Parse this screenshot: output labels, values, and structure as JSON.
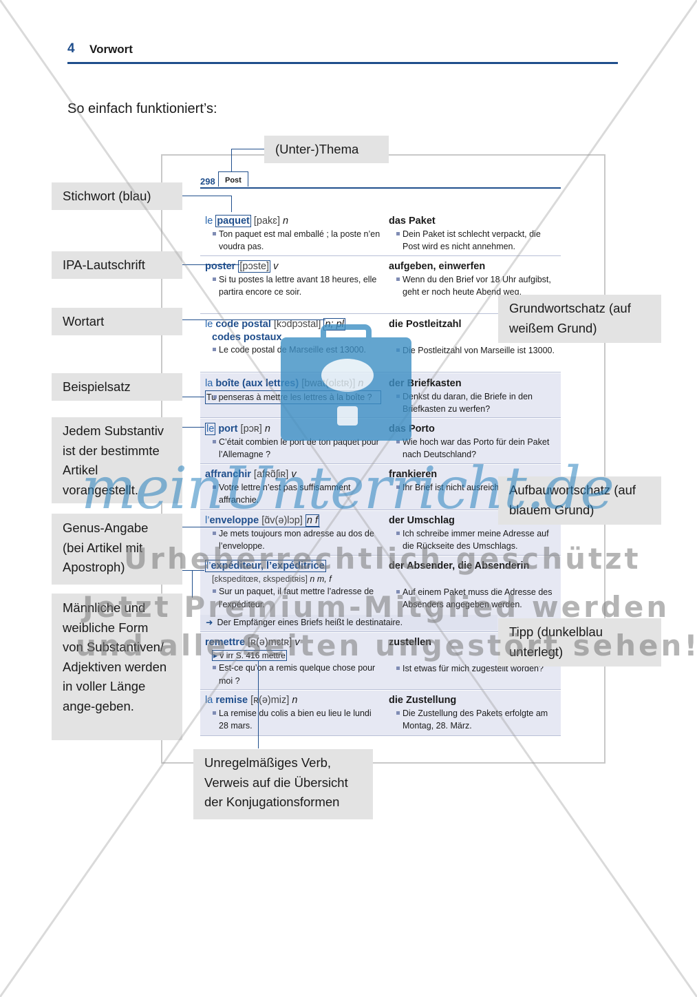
{
  "header": {
    "page_number": "4",
    "title": "Vorwort"
  },
  "intro": "So einfach funktioniert’s:",
  "dictionary": {
    "page_number": "298",
    "topic": "Post",
    "tip": "Der Empfänger eines Briefs heißt le destinataire.",
    "entries": [
      {
        "art": "le",
        "word": "paquet",
        "ipa": "[pakɛ]",
        "pos": "n",
        "example": "Ton paquet est mal emballé ; la poste n’en voudra pas.",
        "de": "das Paket",
        "de_example": "Dein Paket ist schlecht verpackt, die Post wird es nicht annehmen."
      },
      {
        "art": "",
        "word": "poster",
        "ipa": "[pɔste]",
        "pos": "v",
        "example": "Si tu postes la lettre avant 18 heures, elle partira encore ce soir.",
        "de": "aufgeben, einwerfen",
        "de_example": "Wenn du den Brief vor 18 Uhr aufgibst, geht er noch heute Abend weg."
      },
      {
        "art": "le",
        "word": "code postal",
        "ipa": "[kɔdpɔstal]",
        "pos": "n; pl",
        "plural": "codes postaux",
        "example": "Le code postal de Marseille est 13000.",
        "de": "die Postleitzahl",
        "de_example": "Die Postleitzahl von Marseille ist 13000."
      },
      {
        "art": "la",
        "word": "boîte (aux lettres)",
        "ipa": "[bwat(olɛtʀ)]",
        "pos": "n",
        "example": "Tu penseras à mettre les lettres à la boîte ?",
        "de": "der Briefkasten",
        "de_example": "Denkst du daran, die Briefe in den Briefkasten zu werfen?"
      },
      {
        "art": "le",
        "word": "port",
        "ipa": "[pɔʀ]",
        "pos": "n",
        "example": "C’était combien le port de ton paquet pour l’Allemagne ?",
        "de": "das Porto",
        "de_example": "Wie hoch war das Porto für dein Paket nach Deutschland?"
      },
      {
        "art": "",
        "word": "affranchir",
        "ipa": "[afʀɑ̃ʃiʀ]",
        "pos": "v",
        "example": "Votre lettre n’est pas suffisamment affranchie.",
        "de": "frankieren",
        "de_example": "Ihr Brief ist nicht ausreichend frankiert."
      },
      {
        "art": "l’",
        "word": "enveloppe",
        "ipa": "[ɑ̃v(ə)lɔp]",
        "pos": "n f",
        "example": "Je mets toujours mon adresse au dos de l’enveloppe.",
        "de": "der Umschlag",
        "de_example": "Ich schreibe immer meine Adresse auf die Rückseite des Umschlags."
      },
      {
        "art": "l’",
        "word": "expéditeur, l’expéditrice",
        "ipa": "[ɛkspeditœʀ, ɛkspeditʀis]",
        "pos": "n m, f",
        "example": "Sur un paquet, il faut mettre l’adresse de l’expéditeur.",
        "de": "der Absender, die Absenderin",
        "de_example": "Auf einem Paket muss die Adresse des Absenders angegeben werden."
      },
      {
        "art": "",
        "word": "remettre",
        "ipa": "[ʀ(ə)mɛtʀ]",
        "pos": "v",
        "irr": "v irr S. 416 mettre",
        "example": "Est-ce qu’on a remis quelque chose pour moi ?",
        "de": "zustellen",
        "de_example": "Ist etwas für mich zugestellt worden?"
      },
      {
        "art": "la",
        "word": "remise",
        "ipa": "[ʀ(ə)miz]",
        "pos": "n",
        "example": "La remise du colis a bien eu lieu le lundi 28 mars.",
        "de": "die Zustellung",
        "de_example": "Die Zustellung des Pakets erfolgte am Montag, 28. März."
      }
    ]
  },
  "labels": {
    "thema": "(Unter-)Thema",
    "stichwort": "Stichwort (blau)",
    "ipa": "IPA-Lautschrift",
    "wortart": "Wortart",
    "beispielsatz": "Beispielsatz",
    "artikel": "Jedem Substantiv ist der bestimmte Artikel vorangestellt.",
    "genus": "Genus-Angabe (bei Artikel mit Apostroph)",
    "formen": "Männliche und weibliche Form von Substantiven/ Adjektiven werden in voller Länge ange-geben.",
    "grundwortschatz": "Grundwortschatz (auf weißem Grund)",
    "aufbauwortschatz": "Aufbauwortschatz (auf blauem Grund)",
    "tipp": "Tipp (dunkelblau unterlegt)",
    "verb": "Unregelmäßiges Verb, Verweis auf die Übersicht der Konjugationsformen"
  },
  "watermark": {
    "logo": "meinUnterricht.de",
    "line1": "Urheberrechtlich geschützt",
    "line2": "Jetzt Premium-Mitglied werden",
    "line3": "und alle Seiten ungestört sehen!"
  },
  "colors": {
    "accent": "#1f4e8c",
    "extended_bg": "#e6e8f3",
    "label_bg": "#e3e3e3"
  }
}
